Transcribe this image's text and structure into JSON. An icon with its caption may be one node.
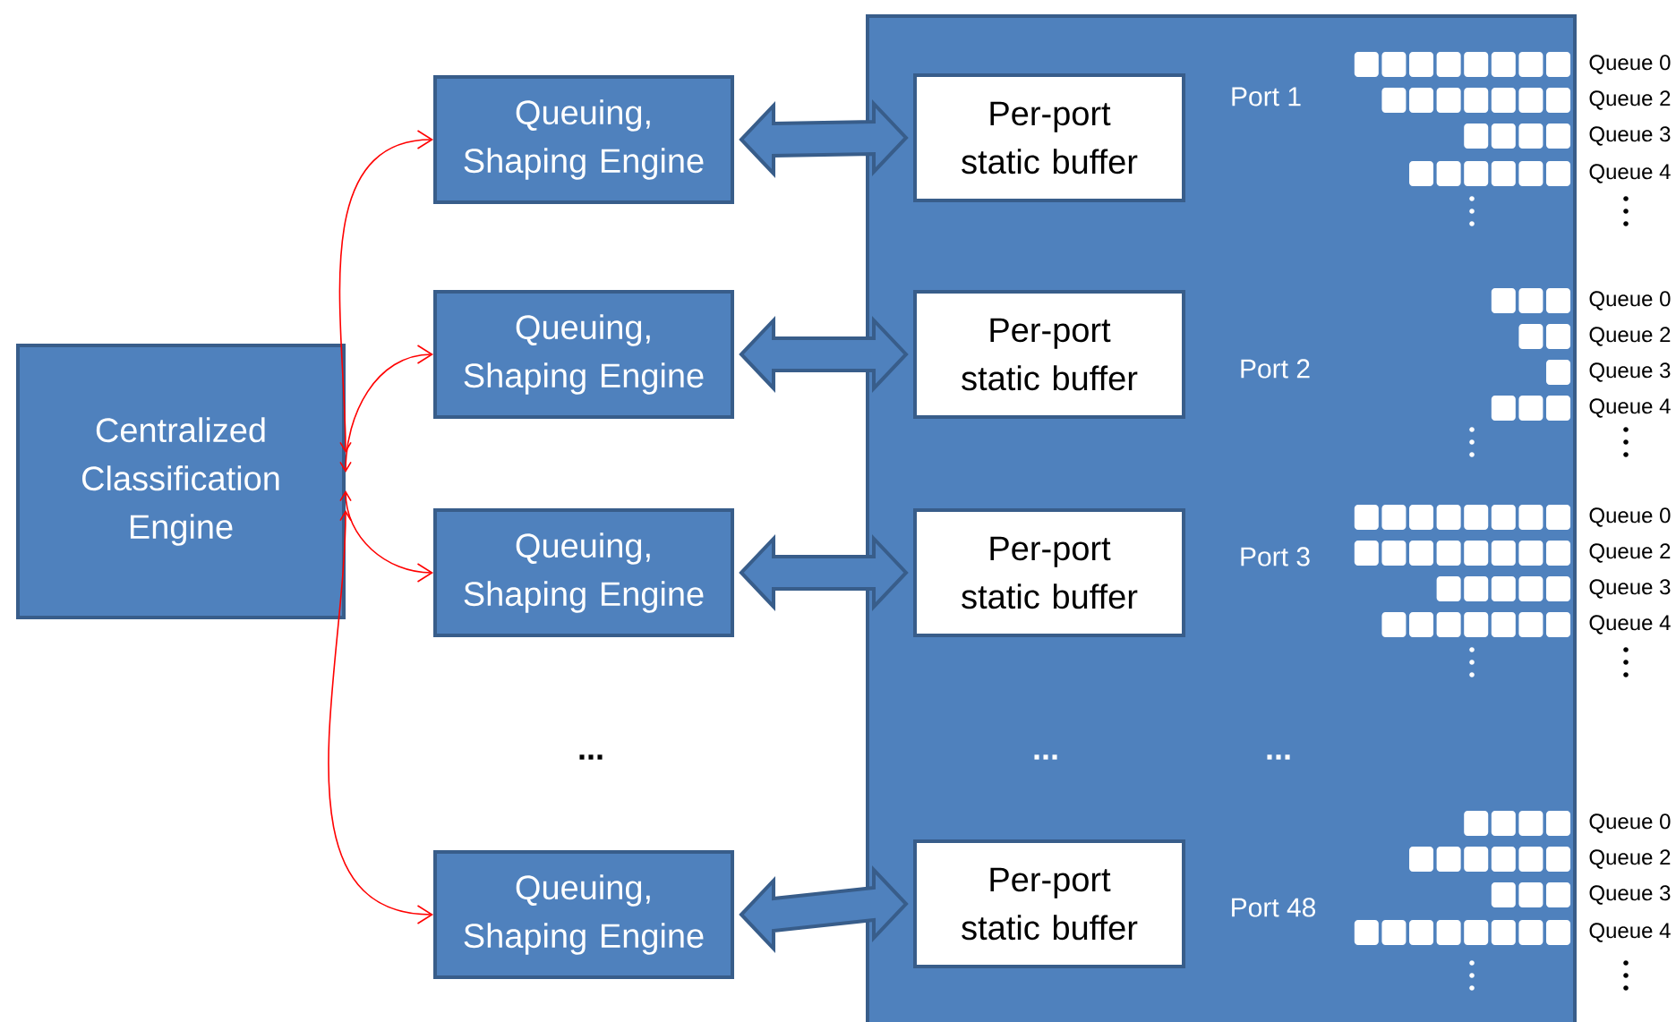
{
  "diagram": {
    "nodes": [
      {
        "text": [
          "Centralized Classification Engine"
        ]
      },
      {
        "text": [
          "Queuing, Shaping Engine"
        ]
      },
      {
        "text": [
          "Queuing, Shaping Engine"
        ]
      },
      {
        "text": [
          "Queuing, Shaping Engine"
        ]
      },
      {
        "text": [
          "Queuing, Shaping Engine"
        ]
      },
      {
        "text": [],
        "shape": "box"
      },
      {
        "text": [
          "Per-port static buffer"
        ],
        "in": 5
      },
      {
        "text": [
          "Per-port static buffer"
        ],
        "in": 5
      },
      {
        "text": [
          "Per-port static buffer"
        ],
        "in": 5
      },
      {
        "text": [
          "Per-port static buffer"
        ],
        "in": 5
      }
    ],
    "edges": [
      {
        "from": 0,
        "to": 1,
        "arrow": "both",
        "color": "#ff0000"
      },
      {
        "from": 0,
        "to": 2,
        "arrow": "both",
        "color": "#ff0000"
      },
      {
        "from": 0,
        "to": 3,
        "arrow": "both",
        "color": "#ff0000"
      },
      {
        "from": 0,
        "to": 4,
        "arrow": "both",
        "color": "#ff0000"
      },
      {
        "from": 1,
        "to": 6,
        "arrow": "both",
        "style": "thick",
        "color": "#4f81bd"
      },
      {
        "from": 2,
        "to": 7,
        "arrow": "both",
        "style": "thick",
        "color": "#4f81bd"
      },
      {
        "from": 3,
        "to": 8,
        "arrow": "both",
        "style": "thick",
        "color": "#4f81bd"
      },
      {
        "from": 4,
        "to": 9,
        "arrow": "both",
        "style": "thick",
        "color": "#4f81bd"
      }
    ],
    "labels": [
      "Port 1",
      "Queue 0",
      "Queue 2",
      "Queue 3",
      "Queue 4",
      "Port 2",
      "Queue 0",
      "Queue 2",
      "Queue 3",
      "Queue 4",
      "Port 3",
      "Queue 0",
      "Queue 2",
      "Queue 3",
      "Queue 4",
      "...",
      "...",
      "...",
      "Port 48",
      "Queue 0",
      "Queue 2",
      "Queue 3",
      "Queue 4"
    ]
  }
}
